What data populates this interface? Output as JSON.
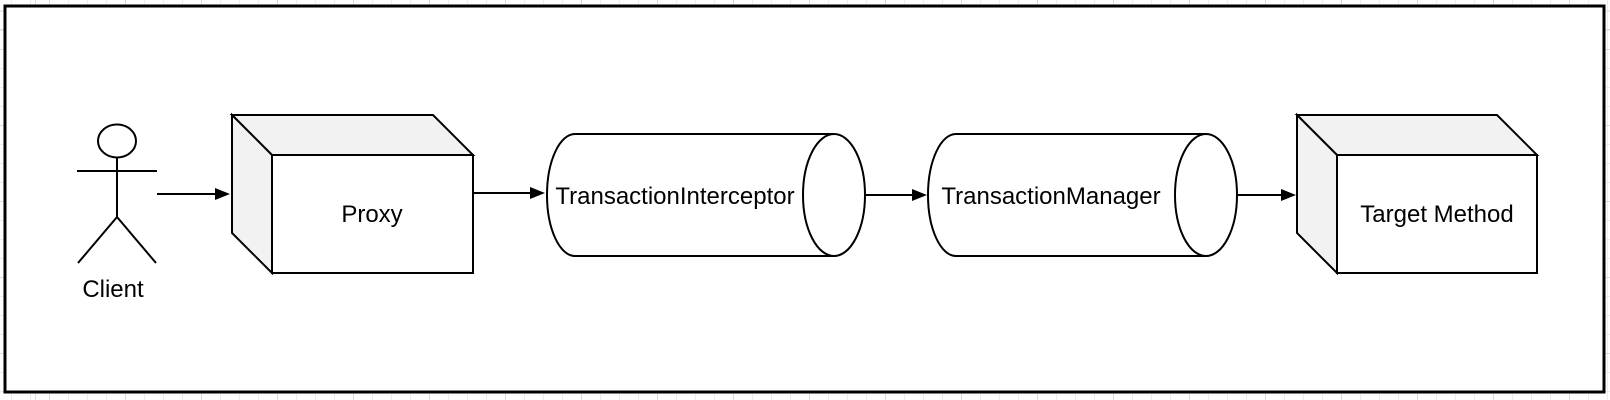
{
  "canvas": {
    "frame_border_color": "#000000",
    "frame_fill": "#ffffff",
    "grid_minor_color": "#ececec",
    "grid_major_color": "#dcdcdc"
  },
  "diagram": {
    "nodes": [
      {
        "id": "client",
        "shape": "actor",
        "label": "Client"
      },
      {
        "id": "proxy",
        "shape": "cube",
        "label": "Proxy"
      },
      {
        "id": "transaction-interceptor",
        "shape": "pipe",
        "label": "TransactionInterceptor"
      },
      {
        "id": "transaction-manager",
        "shape": "pipe",
        "label": "TransactionManager"
      },
      {
        "id": "target-method",
        "shape": "cube",
        "label": "Target Method"
      }
    ],
    "edges": [
      {
        "from": "client",
        "to": "proxy"
      },
      {
        "from": "proxy",
        "to": "transaction-interceptor"
      },
      {
        "from": "transaction-interceptor",
        "to": "transaction-manager"
      },
      {
        "from": "transaction-manager",
        "to": "target-method"
      }
    ],
    "colors": {
      "stroke": "#000000",
      "shape_fill": "#ffffff",
      "cube_side_fill": "#f2f2f2",
      "text": "#000000"
    }
  }
}
